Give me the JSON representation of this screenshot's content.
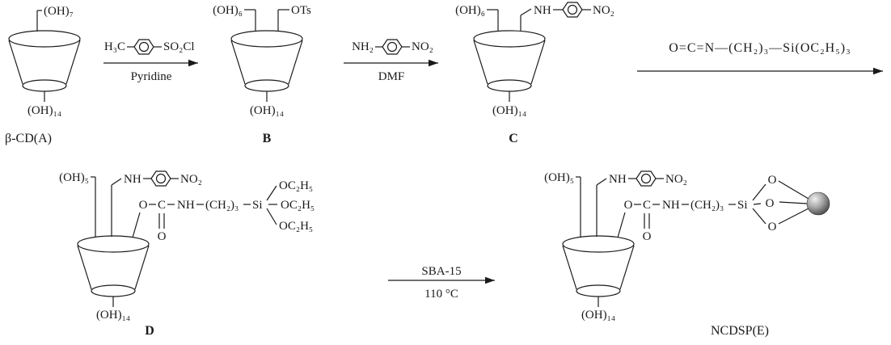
{
  "colors": {
    "ink": "#1a1a1a",
    "background": "#ffffff",
    "sphere": "#8a8a8a"
  },
  "structures": {
    "A": {
      "oh_top": "(OH)₇",
      "oh_bottom": "(OH)₁₄",
      "label": "β-CD(A)"
    },
    "B": {
      "oh_left": "(OH)₆",
      "tosyl": "OTs",
      "oh_bottom": "(OH)₁₄",
      "label": "B"
    },
    "C": {
      "oh_left": "(OH)₆",
      "amine_nh": "NH",
      "nitro": "NO₂",
      "oh_bottom": "(OH)₁₄",
      "label": "C"
    },
    "D": {
      "oh_left": "(OH)₅",
      "amine_nh": "NH",
      "nitro": "NO₂",
      "carbamate_o": "O",
      "carbamate_c": "C",
      "carbamate_nh": "NH",
      "propyl": "(CH₂)₃",
      "silicon": "Si",
      "ethoxy_1": "OC₂H₅",
      "ethoxy_2": "OC₂H₅",
      "ethoxy_3": "OC₂H₅",
      "carbonyl_o": "O",
      "oh_bottom": "(OH)₁₄",
      "label": "D"
    },
    "E": {
      "oh_left": "(OH)₅",
      "amine_nh": "NH",
      "nitro": "NO₂",
      "carbamate_o": "O",
      "carbamate_c": "C",
      "carbamate_nh": "NH",
      "propyl": "(CH₂)₃",
      "silicon": "Si",
      "bridge_o_1": "O",
      "bridge_o_2": "O",
      "bridge_o_3": "O",
      "carbonyl_o": "O",
      "oh_bottom": "(OH)₁₄",
      "label": "NCDSP(E)"
    }
  },
  "arrows": {
    "step1": {
      "reagent_left": "H₃C",
      "reagent_right": "SO₂Cl",
      "solvent": "Pyridine"
    },
    "step2": {
      "reagent_left": "NH₂",
      "reagent_right": "NO₂",
      "solvent": "DMF"
    },
    "step3": {
      "reagent": "O=C=N—(CH₂)₃—Si(OC₂H₅)₃"
    },
    "step4": {
      "reagent": "SBA-15",
      "condition": "110 °C"
    }
  }
}
